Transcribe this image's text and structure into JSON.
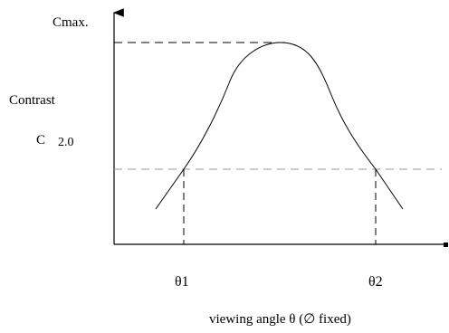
{
  "diagram": {
    "labels": {
      "c_max": "Cmax.",
      "contrast": "Contrast",
      "c_symbol": "C",
      "c_value": "2.0",
      "theta1": "θ1",
      "theta2": "θ2",
      "x_axis": "viewing angle θ (∅ fixed)"
    },
    "colors": {
      "line": "#000000",
      "guide": "#9a9a9a",
      "text": "#000000"
    }
  }
}
